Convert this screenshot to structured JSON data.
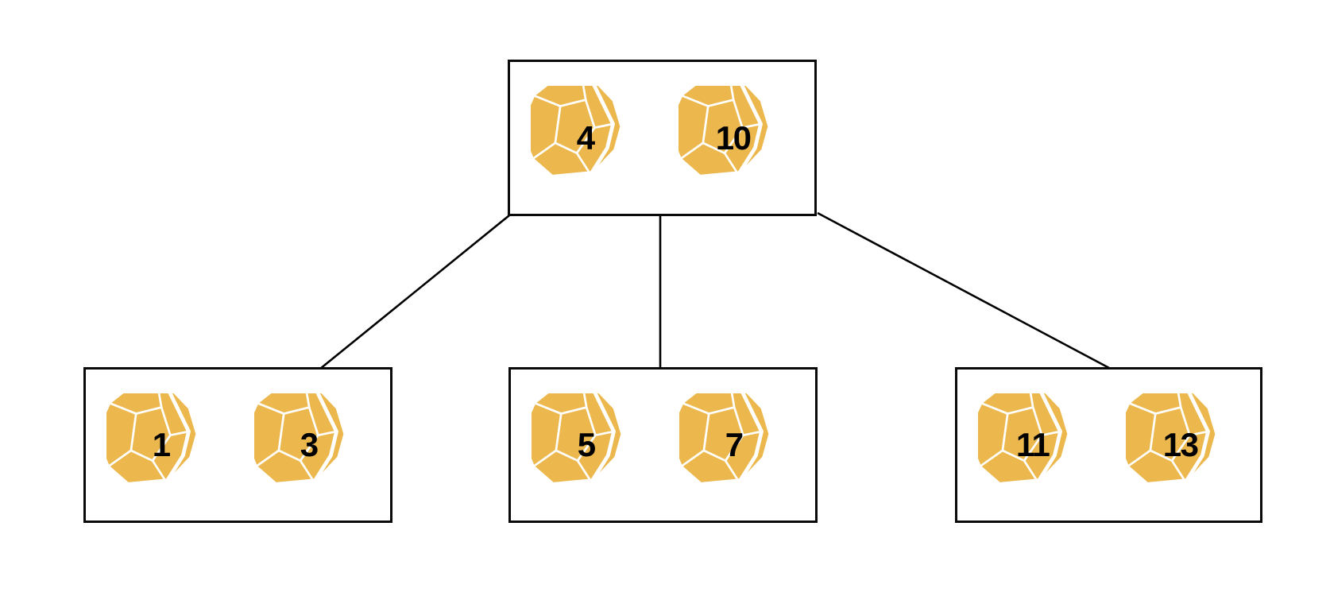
{
  "tree": {
    "root": {
      "keys": [
        "4",
        "10"
      ]
    },
    "children": [
      {
        "keys": [
          "1",
          "3"
        ]
      },
      {
        "keys": [
          "5",
          "7"
        ]
      },
      {
        "keys": [
          "11",
          "13"
        ]
      }
    ]
  },
  "icons": {
    "gem": "dodecahedron-gem-icon"
  },
  "colors": {
    "gem_fill": "#ecb84d",
    "gem_facet_line": "#ffffff",
    "number": "#000000",
    "box_border": "#0a0a0a",
    "connector": "#000000",
    "background": "#ffffff"
  }
}
